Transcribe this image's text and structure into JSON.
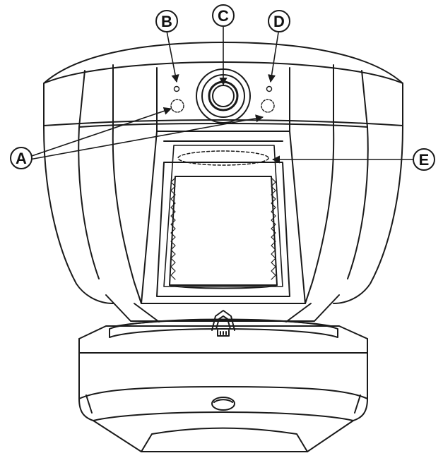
{
  "callouts": {
    "A": "A",
    "B": "B",
    "C": "C",
    "D": "D",
    "E": "E"
  },
  "colors": {
    "line": "#1a1a1a",
    "background": "#ffffff"
  }
}
